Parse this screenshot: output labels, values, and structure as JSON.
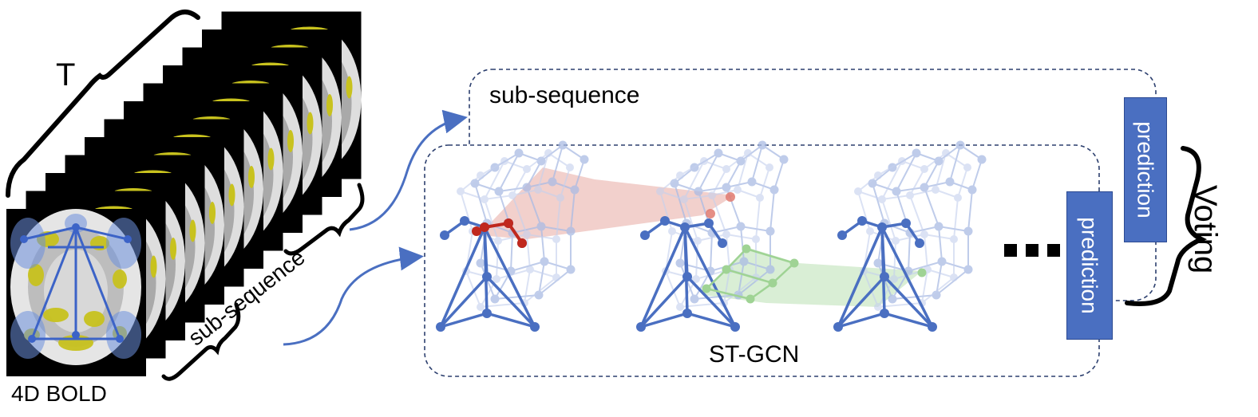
{
  "labels": {
    "t": "T",
    "bold": "4D BOLD",
    "subseq_diag": "sub-sequence",
    "subseq_top": "sub-sequence",
    "stgcn": "ST-GCN",
    "prediction_front": "prediction",
    "prediction_back": "prediction",
    "voting": "Voting",
    "ellipsis": "■■■"
  },
  "colors": {
    "graph_blue": "#4a6fc1",
    "graph_light": "#b8c6e8",
    "highlight_red": "#c0281e",
    "red_fill": "#e8a9a3",
    "green_fill": "#b9e0b3",
    "green_node": "#9fd394",
    "brain_fill": "#ffffff",
    "activation_yellow": "#c8c21e",
    "frame_black": "#000000"
  }
}
